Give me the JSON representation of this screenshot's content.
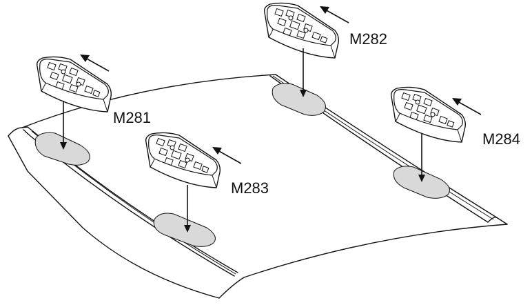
{
  "feet": [
    {
      "id": "foot-m281",
      "label": "M281"
    },
    {
      "id": "foot-m282",
      "label": "M282"
    },
    {
      "id": "foot-m283",
      "label": "M283"
    },
    {
      "id": "foot-m284",
      "label": "M284"
    }
  ]
}
